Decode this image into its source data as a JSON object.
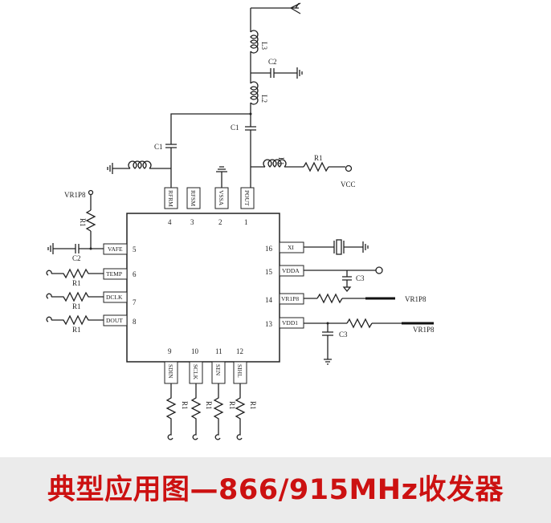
{
  "caption": "典型应用图—866/915MHz收发器",
  "colors": {
    "caption_text": "#cc1111",
    "caption_band": "#ebebeb",
    "lines": "#222222"
  },
  "chip": {
    "top_pins": [
      {
        "num": "4",
        "name": "RFRM"
      },
      {
        "num": "3",
        "name": "RFSM"
      },
      {
        "num": "2",
        "name": "VSSA"
      },
      {
        "num": "1",
        "name": "POUT"
      }
    ],
    "left_pins": [
      {
        "num": "5",
        "name": "VAFE"
      },
      {
        "num": "6",
        "name": "TEMP"
      },
      {
        "num": "7",
        "name": "DCLK"
      },
      {
        "num": "8",
        "name": "DOUT"
      }
    ],
    "bottom_pins": [
      {
        "num": "9",
        "name": "SDIN"
      },
      {
        "num": "10",
        "name": "SCLK"
      },
      {
        "num": "11",
        "name": "SEN"
      },
      {
        "num": "12",
        "name": "SIHL"
      }
    ],
    "right_pins": [
      {
        "num": "16",
        "name": "XI"
      },
      {
        "num": "15",
        "name": "VDDA"
      },
      {
        "num": "14",
        "name": "VR1P8"
      },
      {
        "num": "13",
        "name": "VDD1"
      }
    ]
  },
  "components": {
    "l3": "L3",
    "c2_antenna": "C2",
    "l2": "L2",
    "c1_pout": "C1",
    "c1_rfrm": "C1",
    "l1": "L1",
    "r1_vcc": "R1",
    "vcc": "VCC",
    "vr1p8_left": "VR1P8",
    "r1_vafe": "R1",
    "c2_vafe": "C2",
    "r1_temp": "R1",
    "r1_dclk": "R1",
    "r1_dout": "R1",
    "c3_vdda": "C3",
    "vr1p8_pin14": "VR1P8",
    "c3_vdd1": "C3",
    "vr1p8_pin13": "VR1P8",
    "r1_sdin": "R1",
    "r1_sclk": "R1",
    "r1_sen": "R1",
    "r1_sihl": "R1"
  }
}
